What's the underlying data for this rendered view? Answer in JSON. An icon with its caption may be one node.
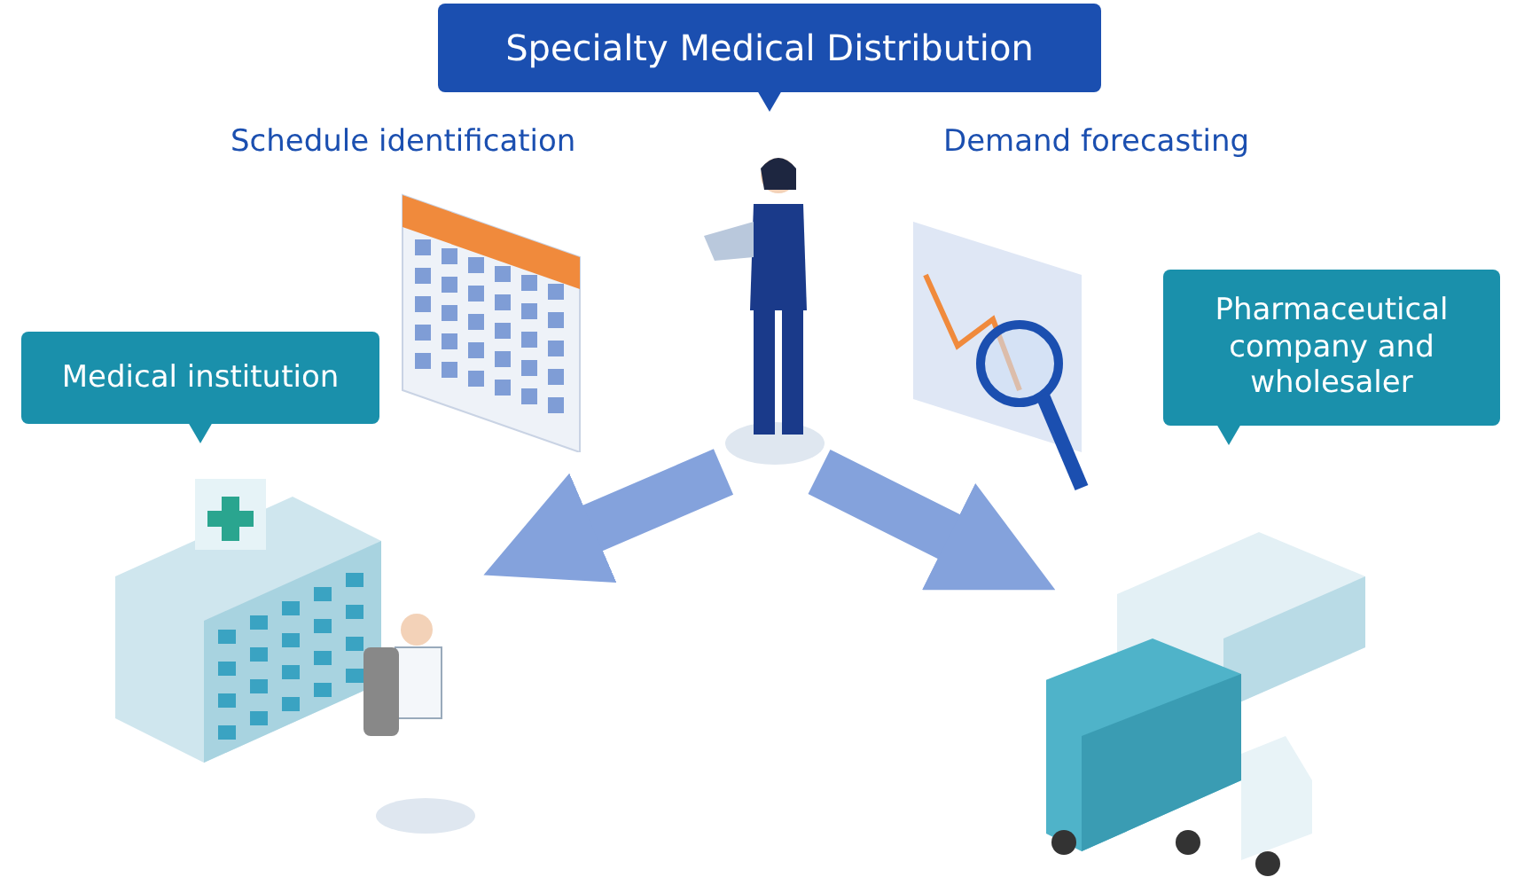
{
  "diagram": {
    "nodes": [
      {
        "text": [
          "Specialty Medical Distribution"
        ]
      },
      {
        "text": [
          "Medical institution"
        ]
      },
      {
        "text": [
          "Pharmaceutical company and wholesaler"
        ]
      },
      {
        "text": [],
        "shape": "person"
      },
      {
        "text": [],
        "shape": "picture"
      },
      {
        "text": [],
        "shape": "picture"
      }
    ],
    "edges": [
      {
        "from": 3,
        "to": 4,
        "arrow": "to"
      },
      {
        "from": 3,
        "to": 5,
        "arrow": "to"
      }
    ],
    "labels": [
      "Schedule identification",
      "Demand forecasting"
    ]
  }
}
